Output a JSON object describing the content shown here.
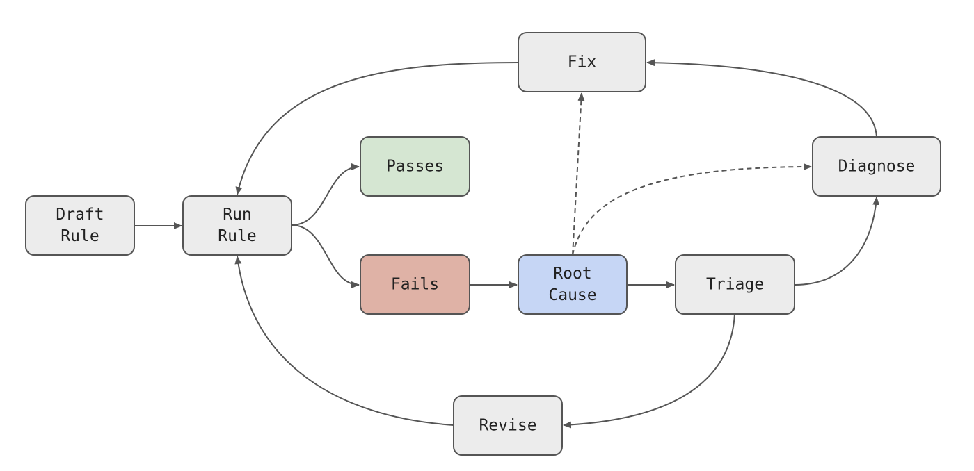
{
  "diagram": {
    "colors": {
      "default_fill": "#ececec",
      "pass_fill": "#d5e6d2",
      "fail_fill": "#dfb2a6",
      "root_fill": "#c6d6f5",
      "stroke": "#555555",
      "text": "#222222"
    },
    "nodes": [
      {
        "id": "draft-rule",
        "lines": [
          "Draft",
          "Rule"
        ],
        "fill": "#ececec"
      },
      {
        "id": "run-rule",
        "lines": [
          "Run",
          "Rule"
        ],
        "fill": "#ececec"
      },
      {
        "id": "passes",
        "lines": [
          "Passes"
        ],
        "fill": "#d5e6d2"
      },
      {
        "id": "fails",
        "lines": [
          "Fails"
        ],
        "fill": "#dfb2a6"
      },
      {
        "id": "root-cause",
        "lines": [
          "Root",
          "Cause"
        ],
        "fill": "#c6d6f5"
      },
      {
        "id": "triage",
        "lines": [
          "Triage"
        ],
        "fill": "#ececec"
      },
      {
        "id": "fix",
        "lines": [
          "Fix"
        ],
        "fill": "#ececec"
      },
      {
        "id": "diagnose",
        "lines": [
          "Diagnose"
        ],
        "fill": "#ececec"
      },
      {
        "id": "revise",
        "lines": [
          "Revise"
        ],
        "fill": "#ececec"
      }
    ],
    "edges": [
      {
        "from": "draft-rule",
        "to": "run-rule",
        "style": "solid"
      },
      {
        "from": "run-rule",
        "to": "passes",
        "style": "solid"
      },
      {
        "from": "run-rule",
        "to": "fails",
        "style": "solid"
      },
      {
        "from": "fails",
        "to": "root-cause",
        "style": "solid"
      },
      {
        "from": "root-cause",
        "to": "triage",
        "style": "solid"
      },
      {
        "from": "root-cause",
        "to": "fix",
        "style": "dashed"
      },
      {
        "from": "root-cause",
        "to": "diagnose",
        "style": "dashed"
      },
      {
        "from": "triage",
        "to": "diagnose",
        "style": "solid"
      },
      {
        "from": "diagnose",
        "to": "fix",
        "style": "solid"
      },
      {
        "from": "fix",
        "to": "run-rule",
        "style": "solid"
      },
      {
        "from": "triage",
        "to": "revise",
        "style": "solid"
      },
      {
        "from": "revise",
        "to": "run-rule",
        "style": "solid"
      }
    ]
  }
}
